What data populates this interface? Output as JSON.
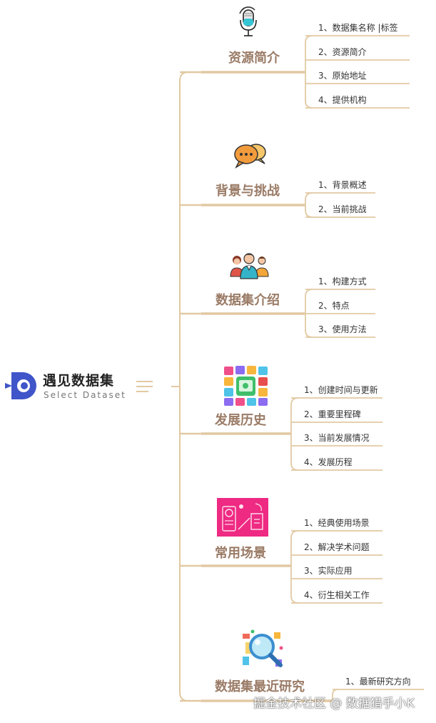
{
  "logo": {
    "title": "遇见数据集",
    "subtitle": "Select Dataset"
  },
  "branches": [
    {
      "title": "资源简介",
      "icon": "microphone-icon",
      "items": [
        "1、数据集名称 |标签",
        "2、资源简介",
        "3、原始地址",
        "4、提供机构"
      ]
    },
    {
      "title": "背景与挑战",
      "icon": "chat-bubbles-icon",
      "items": [
        "1、背景概述",
        "2、当前挑战"
      ]
    },
    {
      "title": "数据集介绍",
      "icon": "people-icon",
      "items": [
        "1、构建方式",
        "2、特点",
        "3、使用方法"
      ]
    },
    {
      "title": "发展历史",
      "icon": "app-grid-icon",
      "items": [
        "1、创建时间与更新",
        "2、重要里程碑",
        "3、当前发展情况",
        "4、发展历程"
      ]
    },
    {
      "title": "常用场景",
      "icon": "scenario-image-icon",
      "items": [
        "1、经典使用场景",
        "2、解决学术问题",
        "3、实际应用",
        "4、衍生相关工作"
      ]
    },
    {
      "title": "数据集最近研究",
      "icon": "magnifier-icon",
      "items": [
        "1、最新研究方向"
      ]
    }
  ],
  "watermark": "掘金技术社区 @ 数据猎手小K",
  "colors": {
    "line": "#e2c9a3",
    "title": "#9a7b66",
    "logo": "#3f55c9"
  }
}
